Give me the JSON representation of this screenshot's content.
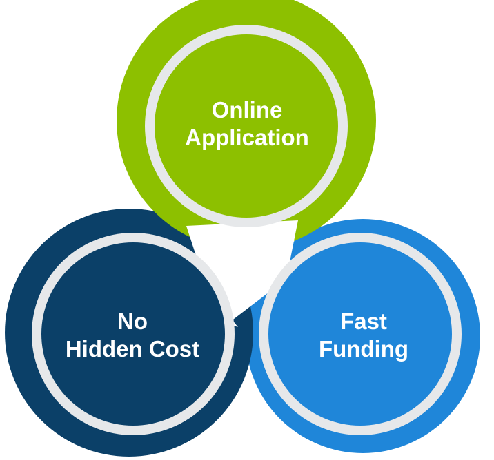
{
  "diagram": {
    "nodes": [
      {
        "id": "online-application",
        "lines": [
          "Online",
          "Application"
        ],
        "color": "#8dc000"
      },
      {
        "id": "no-hidden-cost",
        "lines": [
          "No",
          "Hidden Cost"
        ],
        "color": "#0b4068"
      },
      {
        "id": "fast-funding",
        "lines": [
          "Fast",
          "Funding"
        ],
        "color": "#1f86d9"
      }
    ],
    "ring_color": "#e6e8ea",
    "center_color": "#ffffff"
  }
}
